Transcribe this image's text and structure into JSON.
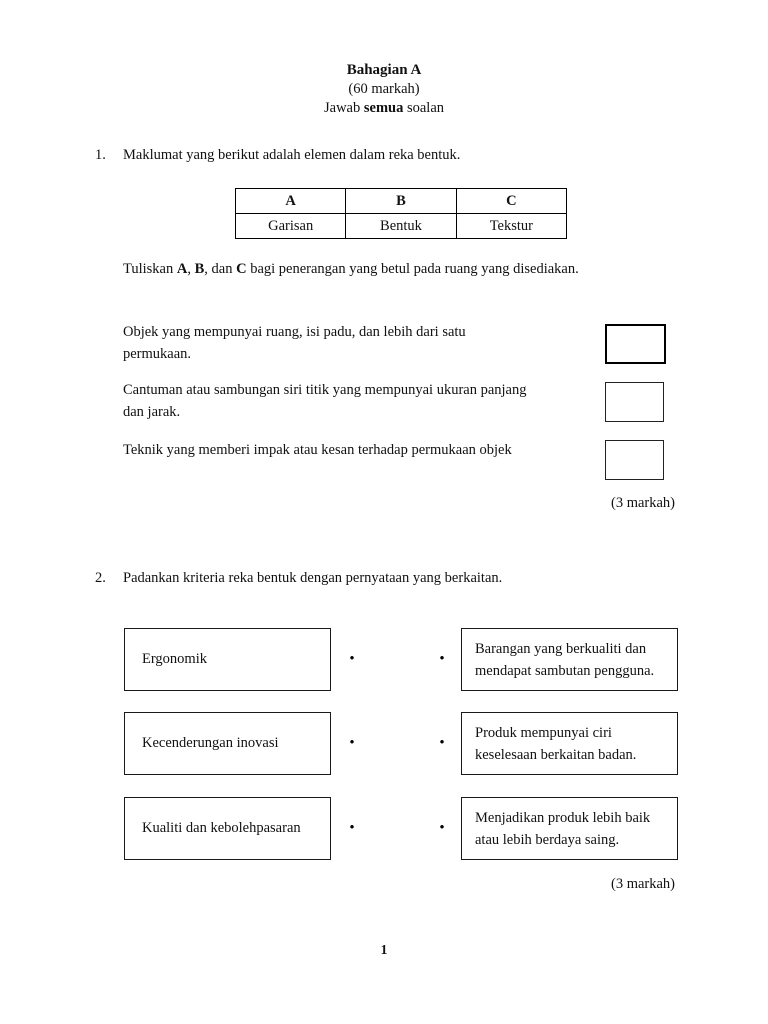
{
  "header": {
    "title": "Bahagian A",
    "marks": "(60 markah)",
    "instruction_parts": [
      "Jawab ",
      "semua",
      " soalan"
    ]
  },
  "q1": {
    "number": "1.",
    "prompt": "Maklumat yang berikut adalah elemen dalam reka bentuk.",
    "table": {
      "headers": [
        "A",
        "B",
        "C"
      ],
      "values": [
        "Garisan",
        "Bentuk",
        "Tekstur"
      ]
    },
    "instruction_parts": [
      "Tuliskan ",
      "A",
      ", ",
      "B",
      ", dan ",
      "C",
      " bagi penerangan yang betul pada ruang yang disediakan."
    ],
    "statements": [
      {
        "lines": [
          "Objek yang mempunyai ruang, isi padu, dan lebih dari satu",
          "permukaan."
        ]
      },
      {
        "lines": [
          "Cantuman atau sambungan siri titik yang mempunyai ukuran panjang",
          "dan jarak."
        ]
      },
      {
        "lines": [
          "Teknik yang memberi impak atau kesan terhadap permukaan objek",
          ""
        ]
      }
    ],
    "marks": "(3 markah)"
  },
  "q2": {
    "number": "2.",
    "prompt": "Padankan kriteria reka bentuk dengan pernyataan yang berkaitan.",
    "bullet": "•",
    "pairs": [
      {
        "left": "Ergonomik",
        "right_lines": [
          "Barangan yang berkualiti dan",
          "mendapat sambutan pengguna."
        ]
      },
      {
        "left": "Kecenderungan inovasi",
        "right_lines": [
          "Produk mempunyai ciri",
          "keselesaan berkaitan badan."
        ]
      },
      {
        "left": "Kualiti dan kebolehpasaran",
        "right_lines": [
          "Menjadikan produk lebih baik",
          "atau lebih berdaya saing."
        ]
      }
    ],
    "marks": "(3 markah)"
  },
  "footer": {
    "page_number": "1"
  }
}
